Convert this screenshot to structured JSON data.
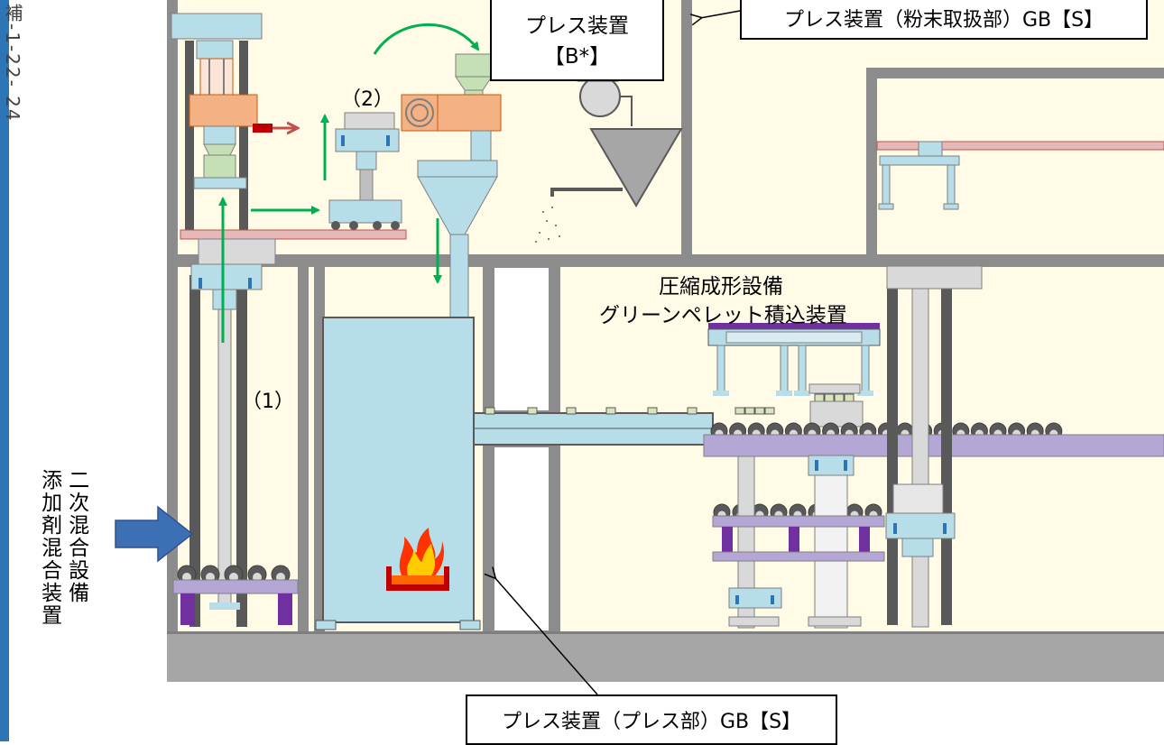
{
  "page_id": "補-1-22- 24",
  "labels": {
    "press_powder_gb": "プレス装置（粉末取扱部）GB【S】",
    "press_device_line1": "プレス装置",
    "press_device_line2": "【B*】",
    "step2": "（2）",
    "step1": "（1）",
    "compression_title": "圧縮成形設備",
    "green_pellet_loader": "グリーンペレット積込装置",
    "secondary_mixer": "二次混合設備",
    "additive_mixer": "添加剤混合装置",
    "press_press_gb": "プレス装置（プレス部）GB【S】"
  },
  "colors": {
    "left_strip": "#2e75b6",
    "room_fill": "#fffbe6",
    "wall": "#8c8c8c",
    "floor": "#a6a6a6",
    "equipment_blue": "#b7dde8",
    "flow_arrow": "#00b050",
    "push_arrow": "#c0504d",
    "table_purple": "#b4a7d6",
    "input_arrow": "#3d6fb4",
    "motor_orange": "#f4b183",
    "fire": "#ff6600"
  },
  "icons": [
    "fire-icon",
    "input-arrow-icon"
  ]
}
